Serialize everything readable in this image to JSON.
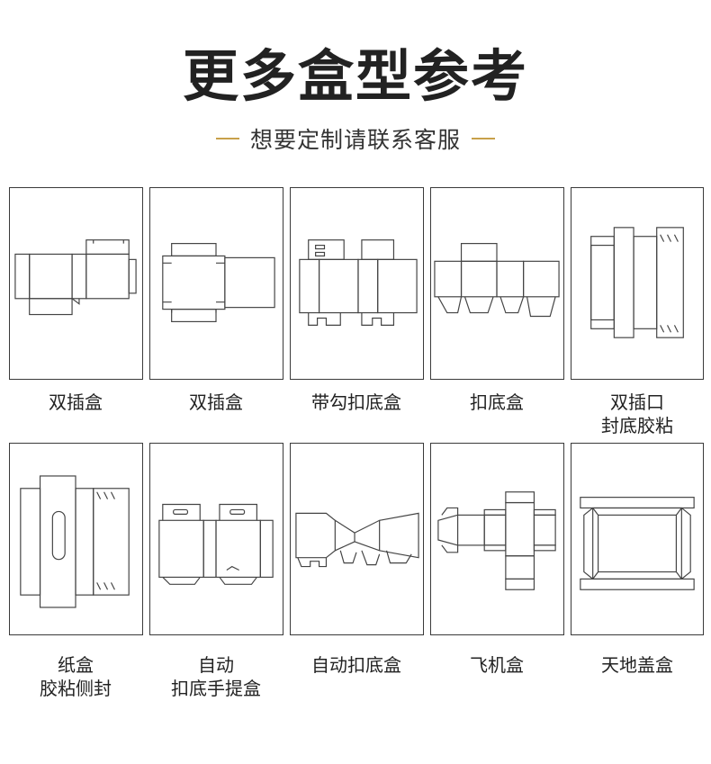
{
  "header": {
    "title": "更多盒型参考",
    "subtitle": "想要定制请联系客服"
  },
  "items": [
    {
      "label_line1": "双插盒",
      "label_line2": ""
    },
    {
      "label_line1": "双插盒",
      "label_line2": ""
    },
    {
      "label_line1": "带勾扣底盒",
      "label_line2": ""
    },
    {
      "label_line1": "扣底盒",
      "label_line2": ""
    },
    {
      "label_line1": "双插口",
      "label_line2": "封底胶粘"
    },
    {
      "label_line1": "纸盒",
      "label_line2": "胶粘侧封"
    },
    {
      "label_line1": "自动",
      "label_line2": "扣底手提盒"
    },
    {
      "label_line1": "自动扣底盒",
      "label_line2": ""
    },
    {
      "label_line1": "飞机盒",
      "label_line2": ""
    },
    {
      "label_line1": "天地盖盒",
      "label_line2": ""
    }
  ],
  "colors": {
    "accent_line": "#c8a04a",
    "border": "#3a3a3a",
    "text": "#222222"
  }
}
